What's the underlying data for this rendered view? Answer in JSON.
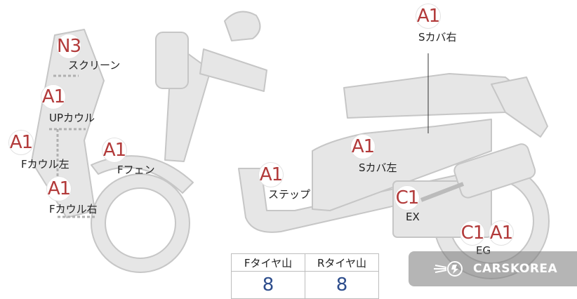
{
  "parts": [
    {
      "id": "screen",
      "grade": "N3",
      "label": "スクリーン"
    },
    {
      "id": "up-cowl",
      "grade": "A1",
      "label": "UPカウル"
    },
    {
      "id": "f-cowl-left",
      "grade": "A1",
      "label": "Fカウル左"
    },
    {
      "id": "f-fender",
      "grade": "A1",
      "label": "Fフェン"
    },
    {
      "id": "f-cowl-right",
      "grade": "A1",
      "label": "Fカウル右"
    },
    {
      "id": "step",
      "grade": "A1",
      "label": "ステップ"
    },
    {
      "id": "s-cover-left",
      "grade": "A1",
      "label": "Sカバ左"
    },
    {
      "id": "s-cover-right",
      "grade": "A1",
      "label": "Sカバ右"
    },
    {
      "id": "exhaust",
      "grade": "C1",
      "label": "EX"
    },
    {
      "id": "eg-c",
      "grade": "C1",
      "label": ""
    },
    {
      "id": "eg-a",
      "grade": "A1",
      "label": "EG"
    }
  ],
  "tyres": {
    "front_label": "Fタイヤ山",
    "rear_label": "Rタイヤ山",
    "front_value": "8",
    "rear_value": "8"
  },
  "watermark": {
    "text": "CARSKOREA",
    "icon": "carskorea-logo-icon"
  },
  "colors": {
    "body_fill": "#e6e6e6",
    "body_stroke": "#c8c8c8",
    "grade_text": "#b23a3a",
    "tyre_value": "#2d4d8c"
  }
}
